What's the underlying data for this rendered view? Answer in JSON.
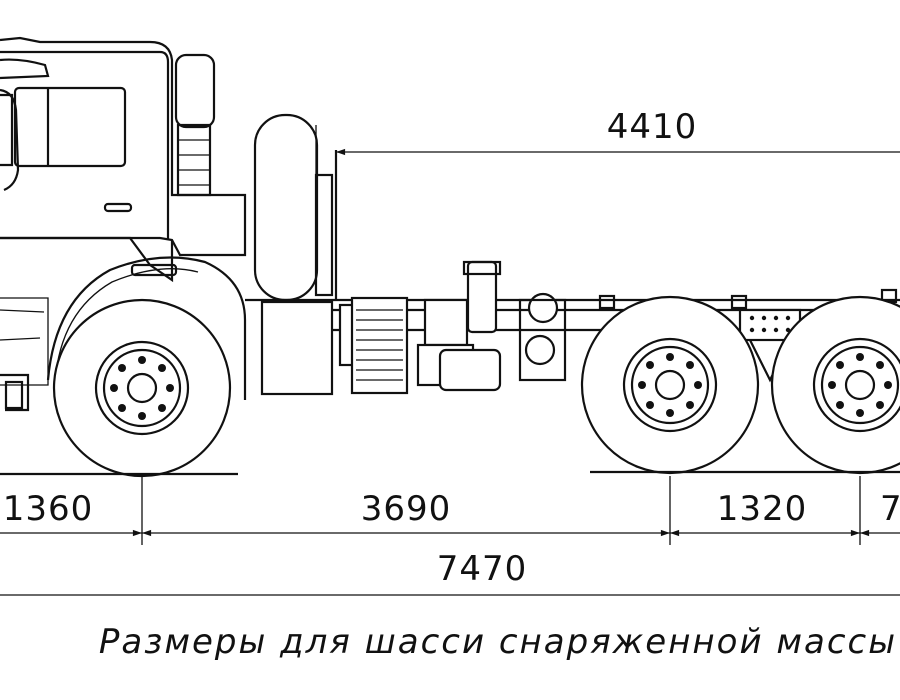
{
  "dimensions": {
    "top_length": "4410",
    "front_overhang": "1360",
    "wheelbase_main": "3690",
    "bogie_spacing": "1320",
    "rear_overhang_partial": "7",
    "overall_length": "7470"
  },
  "caption": "Размеры для шасси снаряженной массы"
}
